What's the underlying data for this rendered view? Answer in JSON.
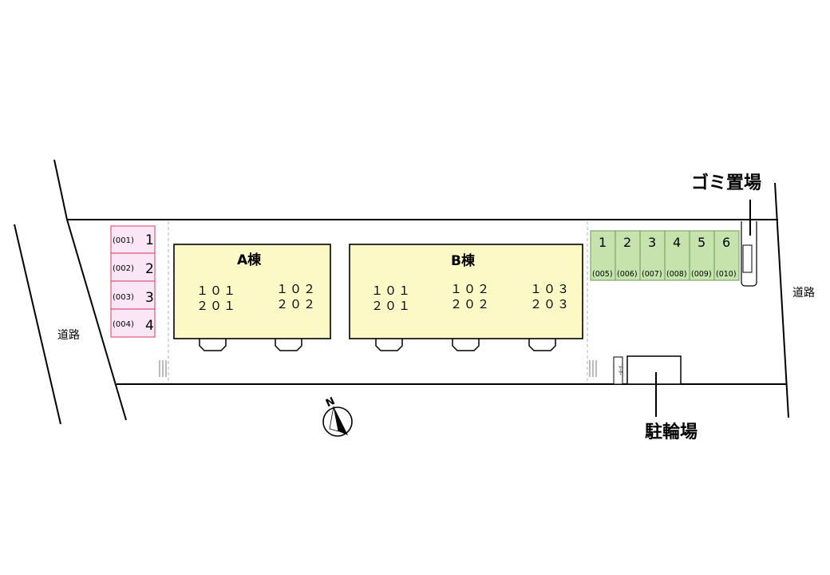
{
  "labels": {
    "road_left": "道路",
    "road_right": "道路",
    "garbage": "ゴミ置場",
    "bicycle": "駐輪場",
    "north": "N",
    "meter": "ﾒｰﾀｰ"
  },
  "building_a": {
    "name": "A棟",
    "units": [
      {
        "top": "１０１",
        "bottom": "２０１"
      },
      {
        "top": "１０２",
        "bottom": "２０２"
      }
    ]
  },
  "building_b": {
    "name": "B棟",
    "units": [
      {
        "top": "１０１",
        "bottom": "２０１"
      },
      {
        "top": "１０２",
        "bottom": "２０２"
      },
      {
        "top": "１０３",
        "bottom": "２０３"
      }
    ]
  },
  "parking_pink": [
    {
      "code": "(001)",
      "num": "1"
    },
    {
      "code": "(002)",
      "num": "2"
    },
    {
      "code": "(003)",
      "num": "3"
    },
    {
      "code": "(004)",
      "num": "4"
    }
  ],
  "parking_green": [
    {
      "num": "1",
      "code": "(005)"
    },
    {
      "num": "2",
      "code": "(006)"
    },
    {
      "num": "3",
      "code": "(007)"
    },
    {
      "num": "4",
      "code": "(008)"
    },
    {
      "num": "5",
      "code": "(009)"
    },
    {
      "num": "6",
      "code": "(010)"
    }
  ],
  "colors": {
    "building_fill": "#fdf9c7",
    "parking_pink_fill": "#fbe6f7",
    "parking_pink_stroke": "#e05a74",
    "parking_green_fill": "#c6e3ad",
    "parking_green_stroke": "#6f9a55"
  }
}
